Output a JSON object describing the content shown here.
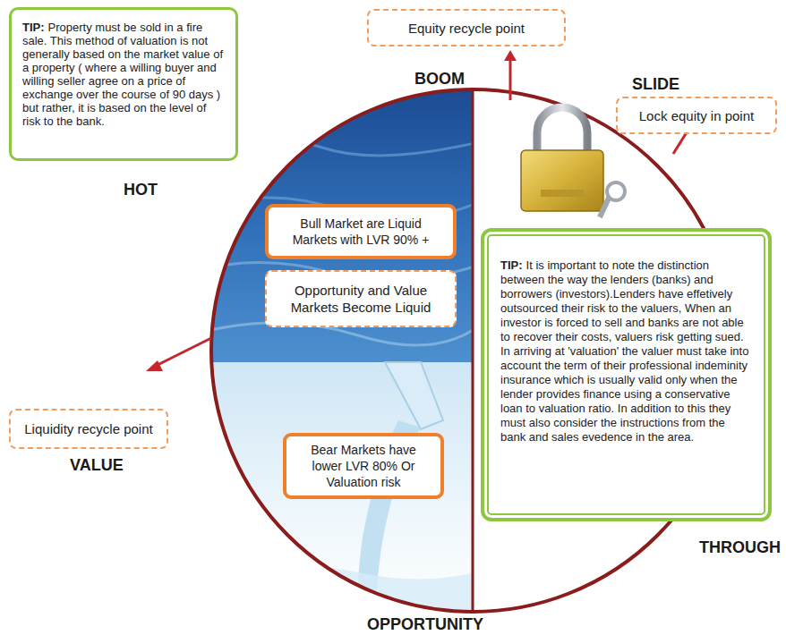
{
  "diagram": {
    "nodes": [
      {
        "text": [
          "TIP:",
          "Property must be sold in a fire sale. This method of valuation is not generally based on the market value of a property ( where a willing buyer and willing seller agree on a price of exchange over the course of 90 days ) but rather, it is based on the level of risk to the bank."
        ]
      },
      {
        "text": [
          "Equity recycle point"
        ]
      },
      {
        "text": [
          "Lock equity in point"
        ]
      },
      {
        "text": [
          "Bull Market are Liquid Markets with LVR 90% +"
        ]
      },
      {
        "text": [
          "Opportunity and Value Markets Become Liquid"
        ]
      },
      {
        "text": [
          "Bear Markets have lower LVR 80% Or Valuation risk"
        ]
      },
      {
        "text": [
          "TIP:",
          "It is important to note the distinction between the way the lenders (banks) and borrowers (investors).Lenders have effetively outsourced their risk to the valuers, When an investor is forced to sell and banks are not able to recover their costs, valuers risk getting sued. In arriving at 'valuation' the valuer must take into account the term of their professional indeminity insurance which is usually valid only when the lender provides finance using a conservative loan to valuation ratio. In addition to this they must also consider the instructions from the bank and sales evedence in the area."
        ]
      },
      {
        "text": [
          "Liquidity recycle point"
        ]
      }
    ],
    "labels": [
      "HOT",
      "BOOM",
      "SLIDE",
      "VALUE",
      "THROUGH",
      "OPPORTUNITY"
    ]
  }
}
